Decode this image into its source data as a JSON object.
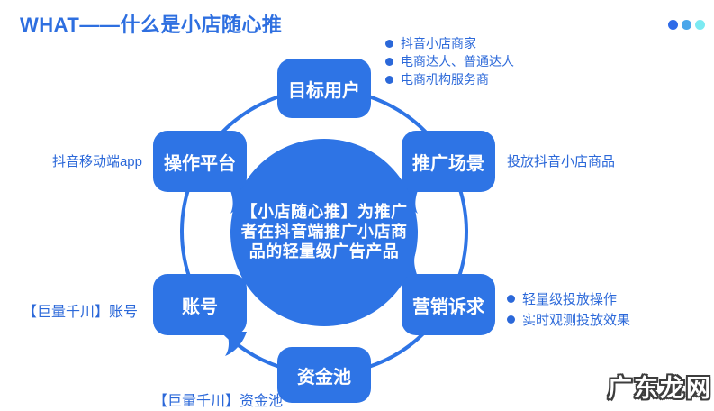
{
  "title": "WHAT——什么是小店随心推",
  "decoration_dots": {
    "colors": [
      "#2F6BE8",
      "#4AA6EA",
      "#7CEAF2"
    ]
  },
  "colors": {
    "primary_blue": "#2E74E5",
    "title_blue": "#2E6FE0",
    "annotation_blue": "#2B68D9",
    "watermark_fill": "#FFFFFF",
    "watermark_outline": "#3D3D3D"
  },
  "diagram": {
    "center": {
      "lines": [
        "【小店随心推】为推广",
        "者在抖音端推广小店商",
        "品的轻量级广告产品"
      ]
    },
    "nodes": [
      {
        "id": "target-users",
        "label": "目标用户"
      },
      {
        "id": "operation-platform",
        "label": "操作平台"
      },
      {
        "id": "promotion-scenario",
        "label": "推广场景"
      },
      {
        "id": "account",
        "label": "账号"
      },
      {
        "id": "marketing-demands",
        "label": "营销诉求"
      },
      {
        "id": "capital-pool",
        "label": "资金池"
      }
    ],
    "annotations": {
      "target_users_bullets": [
        "抖音小店商家",
        "电商达人、普通达人",
        "电商机构服务商"
      ],
      "promotion_scenario_text": "投放抖音小店商品",
      "marketing_demands_bullets": [
        "轻量级投放操作",
        "实时观测投放效果"
      ],
      "operation_platform_text": "抖音移动端app",
      "account_text": "【巨量千川】账号",
      "capital_pool_text": "【巨量千川】资金池"
    }
  },
  "watermark": "广东龙网"
}
